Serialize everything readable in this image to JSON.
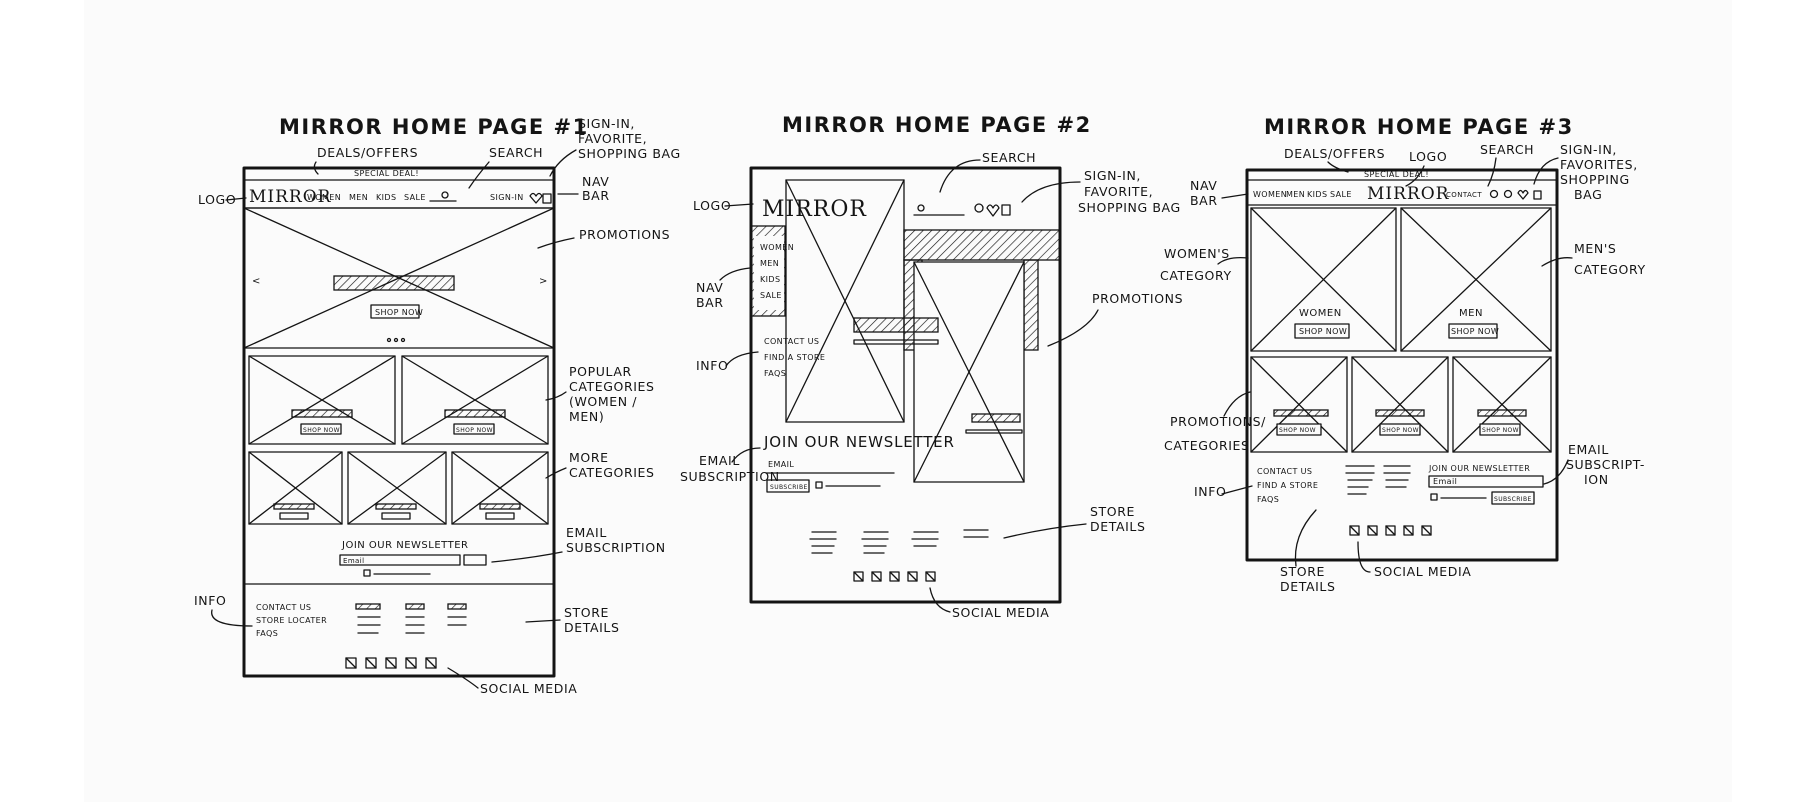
{
  "page1": {
    "title": "MIRROR HOME PAGE #1",
    "deal_banner": "SPECIAL DEAL!",
    "logo": "MIRROR",
    "nav": [
      "WOMEN",
      "MEN",
      "KIDS",
      "SALE"
    ],
    "sign_in": "SIGN-IN",
    "shop_now": "SHOP NOW",
    "newsletter_title": "JOIN OUR NEWSLETTER",
    "email_placeholder": "Email",
    "info_links": [
      "CONTACT US",
      "STORE LOCATER",
      "FAQS"
    ],
    "annotations": {
      "deals": "DEALS/OFFERS",
      "search": "SEARCH",
      "signin_line1": "SIGN-IN,",
      "signin_line2": "FAVORITE,",
      "signin_line3": "SHOPPING BAG",
      "nav_line1": "NAV",
      "nav_line2": "BAR",
      "logo": "LOGO",
      "promotions": "PROMOTIONS",
      "popular_line1": "POPULAR",
      "popular_line2": "CATEGORIES",
      "popular_line3": "(WOMEN /",
      "popular_line4": "MEN)",
      "more_line1": "MORE",
      "more_line2": "CATEGORIES",
      "email_line1": "EMAIL",
      "email_line2": "SUBSCRIPTION",
      "info": "INFO",
      "store_line1": "STORE",
      "store_line2": "DETAILS",
      "social": "SOCIAL MEDIA"
    }
  },
  "page2": {
    "title": "MIRROR HOME PAGE #2",
    "logo": "MIRROR",
    "nav": [
      "WOMEN",
      "MEN",
      "KIDS",
      "SALE"
    ],
    "info_links": [
      "CONTACT US",
      "FIND A STORE",
      "FAQS"
    ],
    "newsletter_title": "JOIN OUR NEWSLETTER",
    "email_label": "EMAIL",
    "subscribe": "SUBSCRIBE",
    "annotations": {
      "search": "SEARCH",
      "signin_line1": "SIGN-IN,",
      "signin_line2": "FAVORITE,",
      "signin_line3": "SHOPPING BAG",
      "logo": "LOGO",
      "nav_line1": "NAV",
      "nav_line2": "BAR",
      "info": "INFO",
      "promotions": "PROMOTIONS",
      "email_line1": "EMAIL",
      "email_line2": "SUBSCRIPTION",
      "store_line1": "STORE",
      "store_line2": "DETAILS",
      "social": "SOCIAL MEDIA"
    }
  },
  "page3": {
    "title": "MIRROR HOME PAGE #3",
    "deal_banner": "SPECIAL DEAL!",
    "nav": [
      "WOMEN",
      "MEN",
      "KIDS",
      "SALE"
    ],
    "logo": "MIRROR",
    "contact": "CONTACT",
    "women": "WOMEN",
    "men": "MEN",
    "shop_now": "SHOP NOW",
    "info_links": [
      "CONTACT US",
      "FIND A STORE",
      "FAQS"
    ],
    "newsletter_title": "JOIN OUR NEWSLETTER",
    "email_placeholder": "Email",
    "subscribe": "SUBSCRIBE",
    "annotations": {
      "deals": "DEALS/OFFERS",
      "logo": "LOGO",
      "search": "SEARCH",
      "signin_line1": "SIGN-IN,",
      "signin_line2": "FAVORITES,",
      "signin_line3": "SHOPPING",
      "signin_line4": "BAG",
      "nav_line1": "NAV",
      "nav_line2": "BAR",
      "womens_line1": "WOMEN'S",
      "womens_line2": "CATEGORY",
      "mens_line1": "MEN'S",
      "mens_line2": "CATEGORY",
      "promo_line1": "PROMOTIONS/",
      "promo_line2": "CATEGORIES",
      "info": "INFO",
      "email_line1": "EMAIL",
      "email_line2": "SUBSCRIPT-",
      "email_line3": "ION",
      "store_line1": "STORE",
      "store_line2": "DETAILS",
      "social": "SOCIAL MEDIA"
    }
  }
}
